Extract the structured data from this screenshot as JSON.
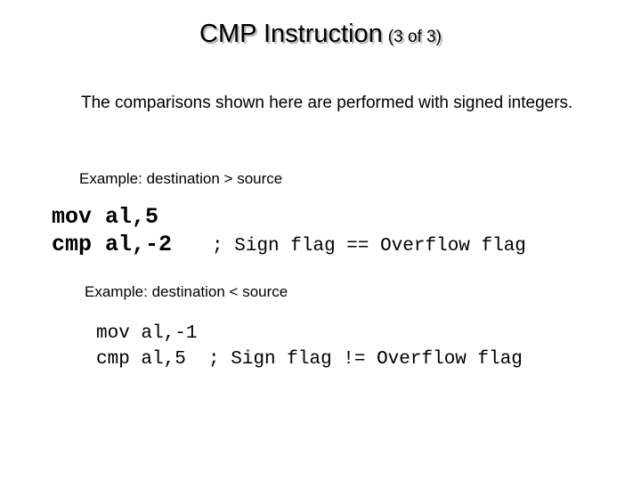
{
  "slide": {
    "title": "CMP Instruction",
    "title_sub": "(3 of 3)",
    "intro": "The comparisons shown here are performed with signed integers.",
    "example1": {
      "heading": "Example: destination > source",
      "line1": "mov al,5",
      "line2_code": "cmp al,-2",
      "line2_comment": "; Sign flag == Overflow flag"
    },
    "example2": {
      "heading": "Example: destination < source",
      "line1": "mov al,-1",
      "line2_code": "cmp al,5",
      "line2_comment": "; Sign flag != Overflow flag"
    }
  }
}
